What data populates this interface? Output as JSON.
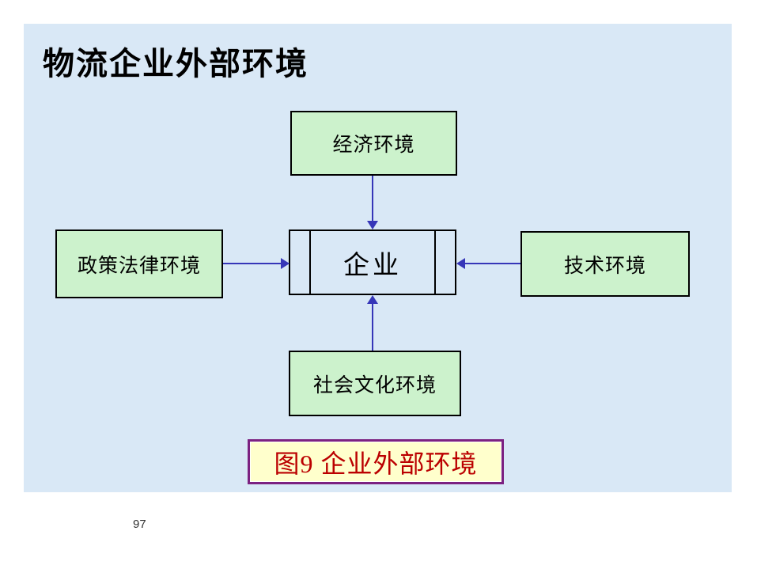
{
  "slide": {
    "title": "物流企业外部环境",
    "page_number": "97",
    "diagram": {
      "center_box": "企业",
      "top_box": "经济环境",
      "left_box": "政策法律环境",
      "right_box": "技术环境",
      "bottom_box": "社会文化环境",
      "caption": "图9 企业外部环境",
      "arrows": [
        {
          "from": "经济环境",
          "to": "企业",
          "direction": "down"
        },
        {
          "from": "政策法律环境",
          "to": "企业",
          "direction": "right"
        },
        {
          "from": "技术环境",
          "to": "企业",
          "direction": "left"
        },
        {
          "from": "社会文化环境",
          "to": "企业",
          "direction": "up"
        }
      ]
    }
  },
  "colors": {
    "page-bg": "#ffffff",
    "slide-bg": "#d9e8f6",
    "box-fill": "#ccf2cc",
    "box-border": "#000000",
    "arrow": "#3636b8",
    "caption-bg": "#ffffcc",
    "caption-border": "#7c2181",
    "caption-text": "#bb0000",
    "title-text": "#000000",
    "label-text": "#000000",
    "page-number-text": "#333333"
  }
}
